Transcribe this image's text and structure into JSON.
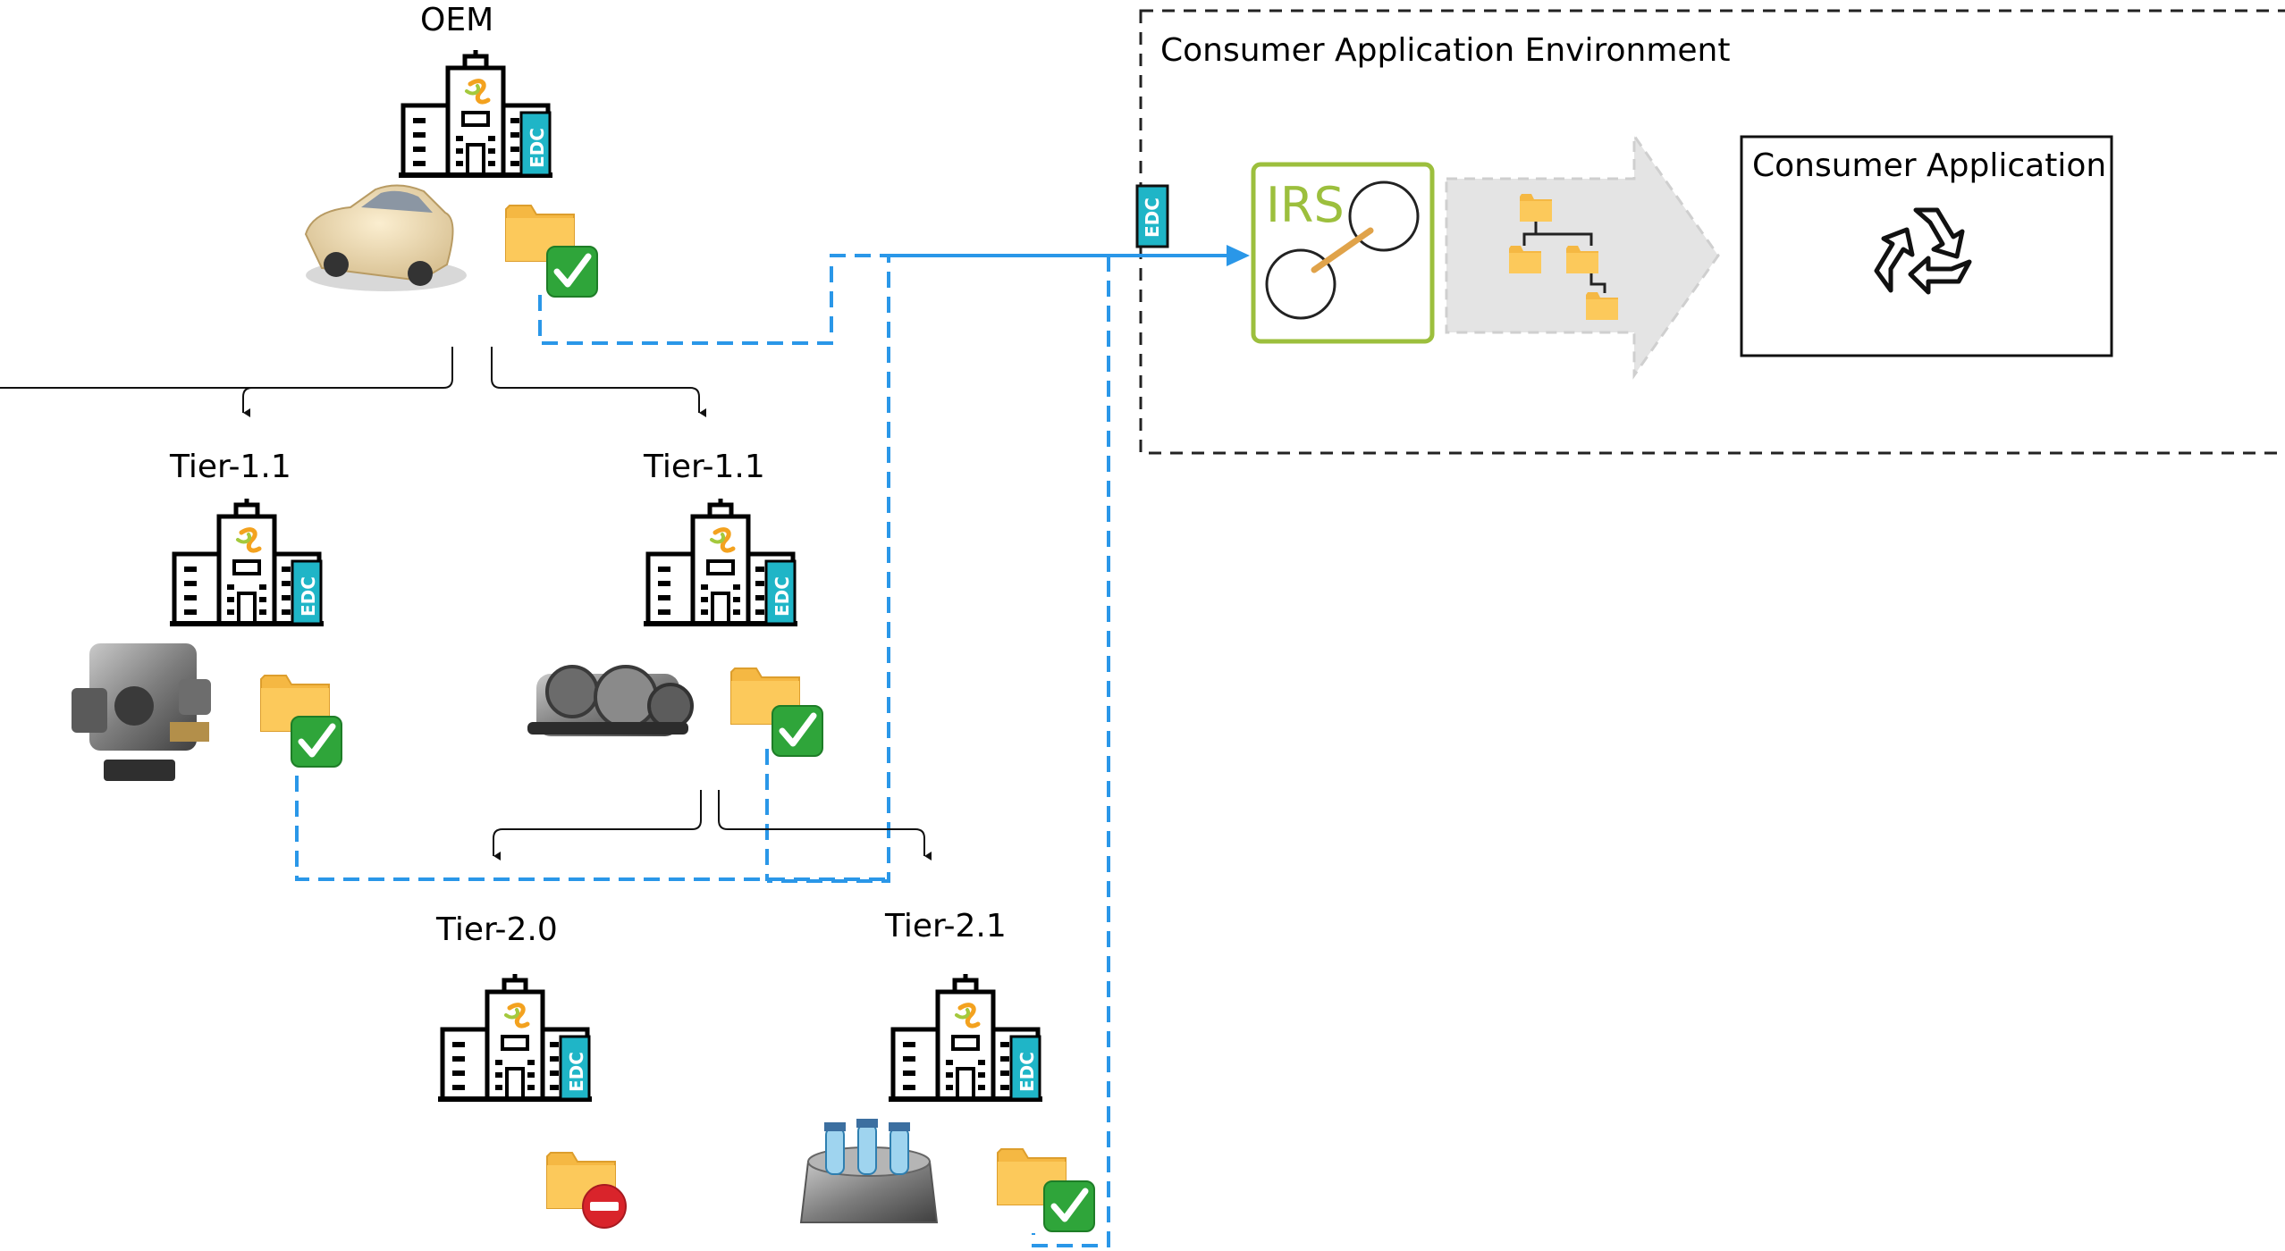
{
  "nodes": {
    "oem": {
      "label": "OEM",
      "part": "car",
      "status": "available"
    },
    "tier11a": {
      "label": "Tier-1.1",
      "part": "engine",
      "status": "available"
    },
    "tier11b": {
      "label": "Tier-1.1",
      "part": "gearbox",
      "status": "available"
    },
    "tier20": {
      "label": "Tier-2.0",
      "part": "none",
      "status": "unavailable"
    },
    "tier21": {
      "label": "Tier-2.1",
      "part": "test-tube-rack",
      "status": "available"
    }
  },
  "edc_label": "EDC",
  "environment": {
    "title": "Consumer Application Environment",
    "irs_label": "IRS",
    "app_title": "Consumer Application",
    "app_icon": "recycle-icon"
  },
  "colors": {
    "flow_blue": "#2a97e8",
    "edc_teal": "#1fb5c7",
    "irs_green": "#9cbf3d",
    "folder_yellow": "#fcc95b",
    "check_green": "#2fa53a",
    "stop_red": "#d9242b"
  }
}
